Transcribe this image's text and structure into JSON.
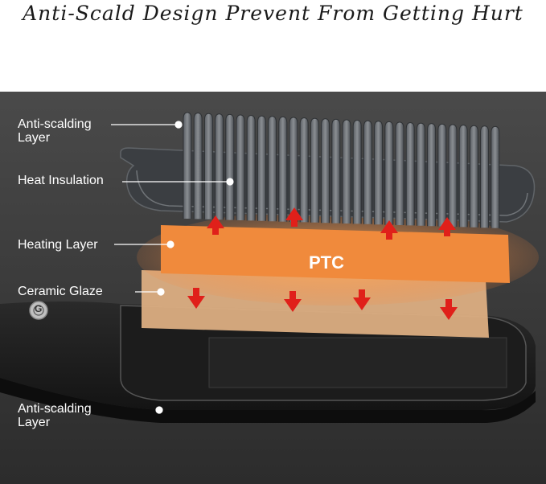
{
  "headline": "Anti-Scald Design Prevent From Getting Hurt",
  "labels": {
    "anti_scalding_top_line1": "Anti-scalding",
    "anti_scalding_top_line2": "Layer",
    "heat_insulation": "Heat Insulation",
    "heating_layer": "Heating Layer",
    "ceramic_glaze": "Ceramic Glaze",
    "anti_scalding_bottom_line1": "Anti-scalding",
    "anti_scalding_bottom_line2": "Layer"
  },
  "ptc_label": "PTC",
  "button_glyph": "G",
  "colors": {
    "background_panel": "#3a3a3a",
    "heating_layer": "#f08a3c",
    "ceramic_glaze": "#dcae82",
    "arrow": "#e0201a",
    "text_light": "#ffffff"
  }
}
